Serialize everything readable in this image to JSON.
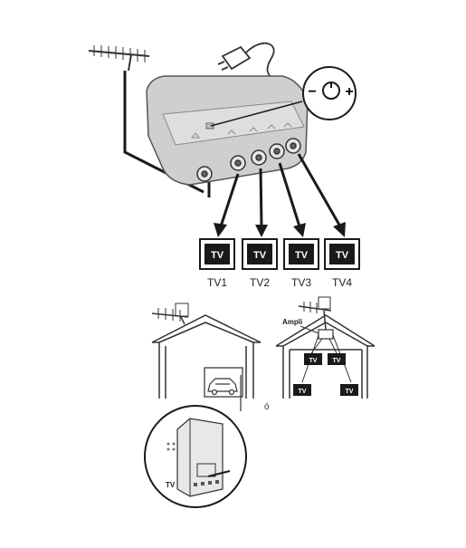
{
  "top_diagram": {
    "knob_minus": "−",
    "knob_plus": "+",
    "screen_text": "TV",
    "tv_labels": [
      "TV1",
      "TV2",
      "TV3",
      "TV4"
    ]
  },
  "bottom_diagram": {
    "ampli_label": "Ampli",
    "attic_tv": [
      "TV",
      "TV"
    ],
    "room_tv": [
      "TV",
      "TV"
    ],
    "box_tv_label": "TV"
  },
  "colors": {
    "line": "#1a1a1a",
    "device_body": "#cfcfcf",
    "screen_fill": "#1a1a1a"
  }
}
